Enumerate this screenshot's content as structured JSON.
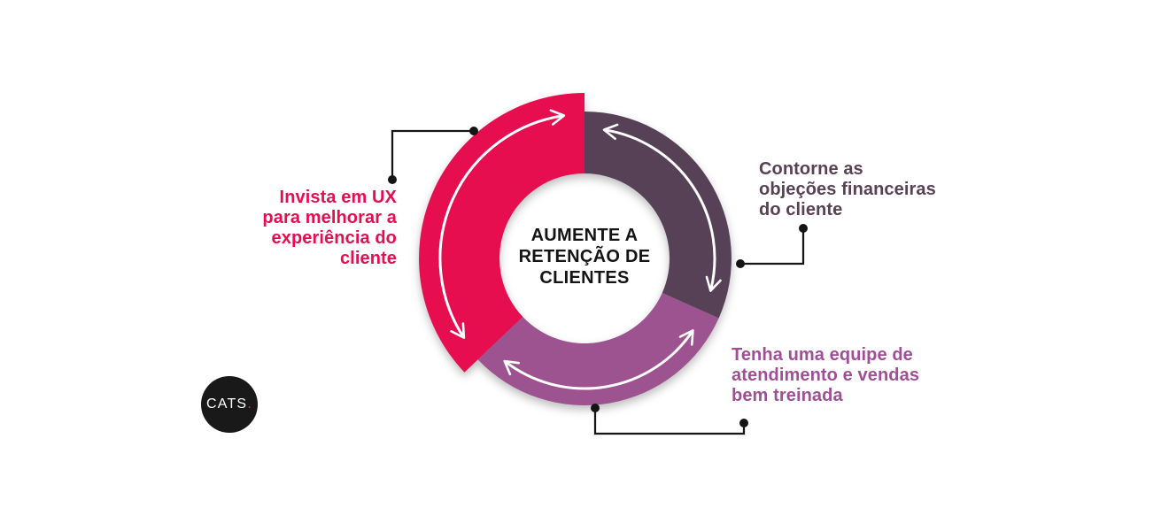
{
  "diagram": {
    "title_lines": [
      "AUMENTE A",
      "RETENÇÃO DE",
      "CLIENTES"
    ],
    "title_color": "#141414",
    "arrow_color": "#ffffff",
    "connector_color": "#151515",
    "segments": [
      {
        "name": "invista-em-ux",
        "color": "#E60E4F",
        "label_color": "#E60E4F",
        "label_lines": [
          "Invista em UX",
          "para melhorar a",
          "experiência do",
          "cliente"
        ]
      },
      {
        "name": "contorne-objecoes",
        "color": "#574156",
        "label_color": "#594154",
        "label_lines": [
          "Contorne as",
          "objeções financeiras",
          "do cliente"
        ]
      },
      {
        "name": "equipe-treinada",
        "color": "#9C5390",
        "label_color": "#A04F97",
        "label_lines": [
          "Tenha uma equipe de",
          "atendimento e vendas",
          "bem treinada"
        ]
      }
    ]
  },
  "logo": {
    "text": "CATS",
    "dot": ".",
    "bg_color": "#191919",
    "text_color": "#ffffff",
    "dot_color": "#E8274F"
  }
}
